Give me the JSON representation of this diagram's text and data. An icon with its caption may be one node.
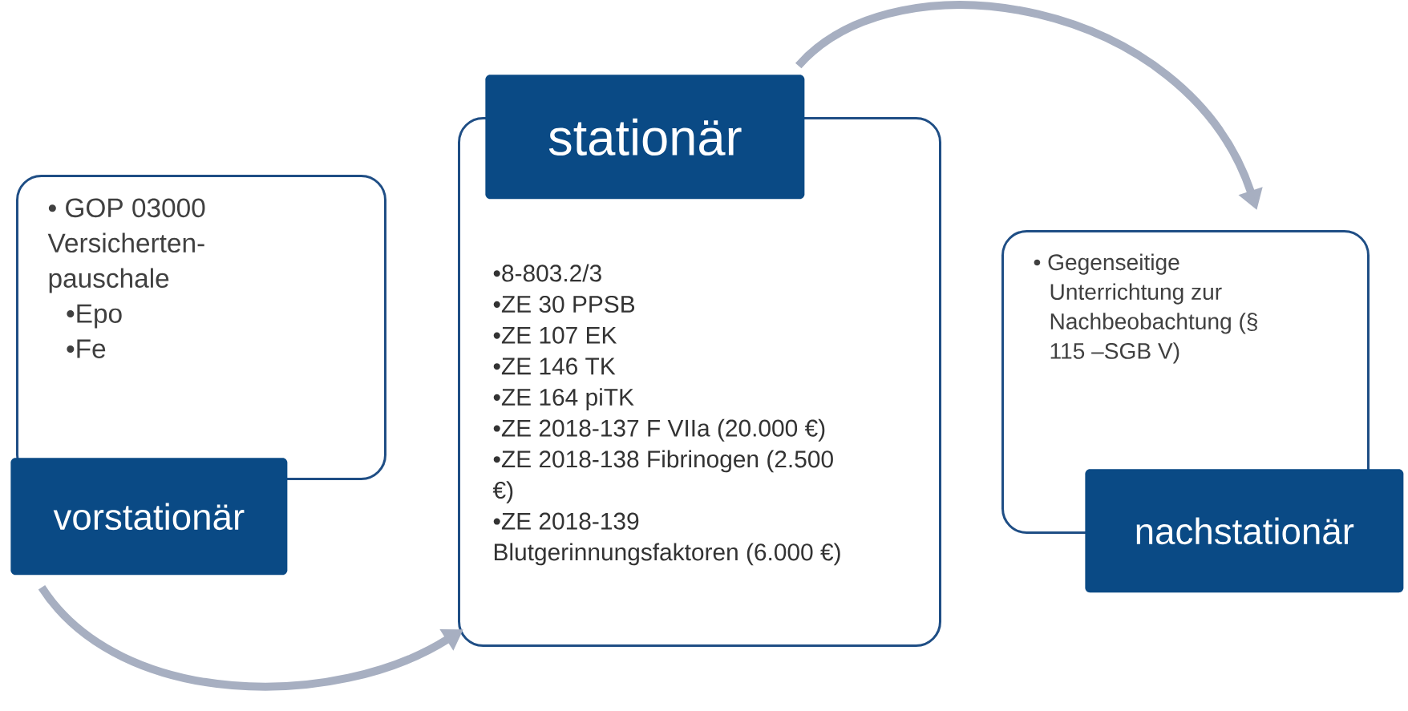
{
  "diagram": {
    "nodes": [
      {
        "text": [
          "• GOP 03000 Versicherten-pauschale",
          "•Epo",
          "•Fe"
        ]
      },
      {
        "text": [
          "vorstationär"
        ]
      },
      {
        "text": [
          "stationär"
        ]
      },
      {
        "text": [
          "•8-803.2/3",
          "•ZE 30 PPSB",
          "•ZE 107 EK",
          "•ZE 146 TK",
          "•ZE 164 piTK",
          "•ZE 2018-137 F VIIa (20.000 €)",
          "•ZE 2018-138 Fibrinogen (2.500 €)",
          "•ZE 2018-139 Blutgerinnungsfaktoren (6.000 €)"
        ]
      },
      {
        "text": [
          "• Gegenseitige Unterrichtung zur Nachbeobachtung (§ 115 –SGB V)"
        ]
      },
      {
        "text": [
          "nachstationär"
        ]
      }
    ],
    "edges": [
      {
        "from": 1,
        "to": 3,
        "arrow": "to"
      },
      {
        "from": 2,
        "to": 4,
        "arrow": "to"
      }
    ]
  }
}
